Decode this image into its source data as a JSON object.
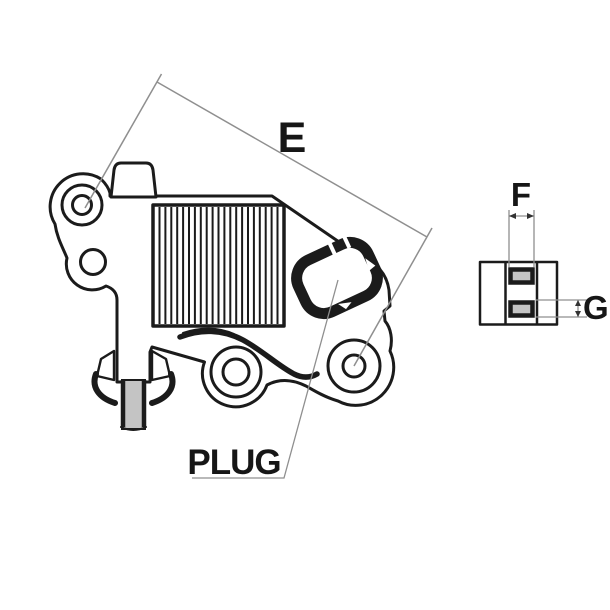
{
  "drawing": {
    "labels": {
      "dimension_e": "E",
      "dimension_f": "F",
      "dimension_g": "G",
      "plug_callout": "PLUG"
    },
    "colors": {
      "line": "#1b1b1b",
      "dimension_line": "#8f8f8f",
      "shaded_fill": "#c4c4c4",
      "background": "#ffffff",
      "label_text": "#161616"
    }
  }
}
